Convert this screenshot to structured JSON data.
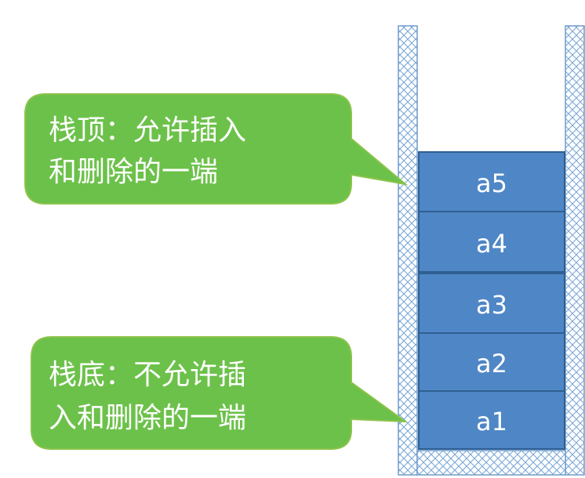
{
  "callouts": {
    "top": {
      "line1": "栈顶：允许插入",
      "line2": "和删除的一端"
    },
    "bottom": {
      "line1": "栈底：不允许插",
      "line2": "入和删除的一端"
    }
  },
  "stack": {
    "items": [
      "a5",
      "a4",
      "a3",
      "a2",
      "a1"
    ]
  },
  "colors": {
    "callout_fill": "#6cc14a",
    "callout_stroke": "#8bc34a",
    "item_fill": "#4f86c6",
    "item_stroke": "#2f5f91",
    "hatch": "#7aa7d6"
  }
}
